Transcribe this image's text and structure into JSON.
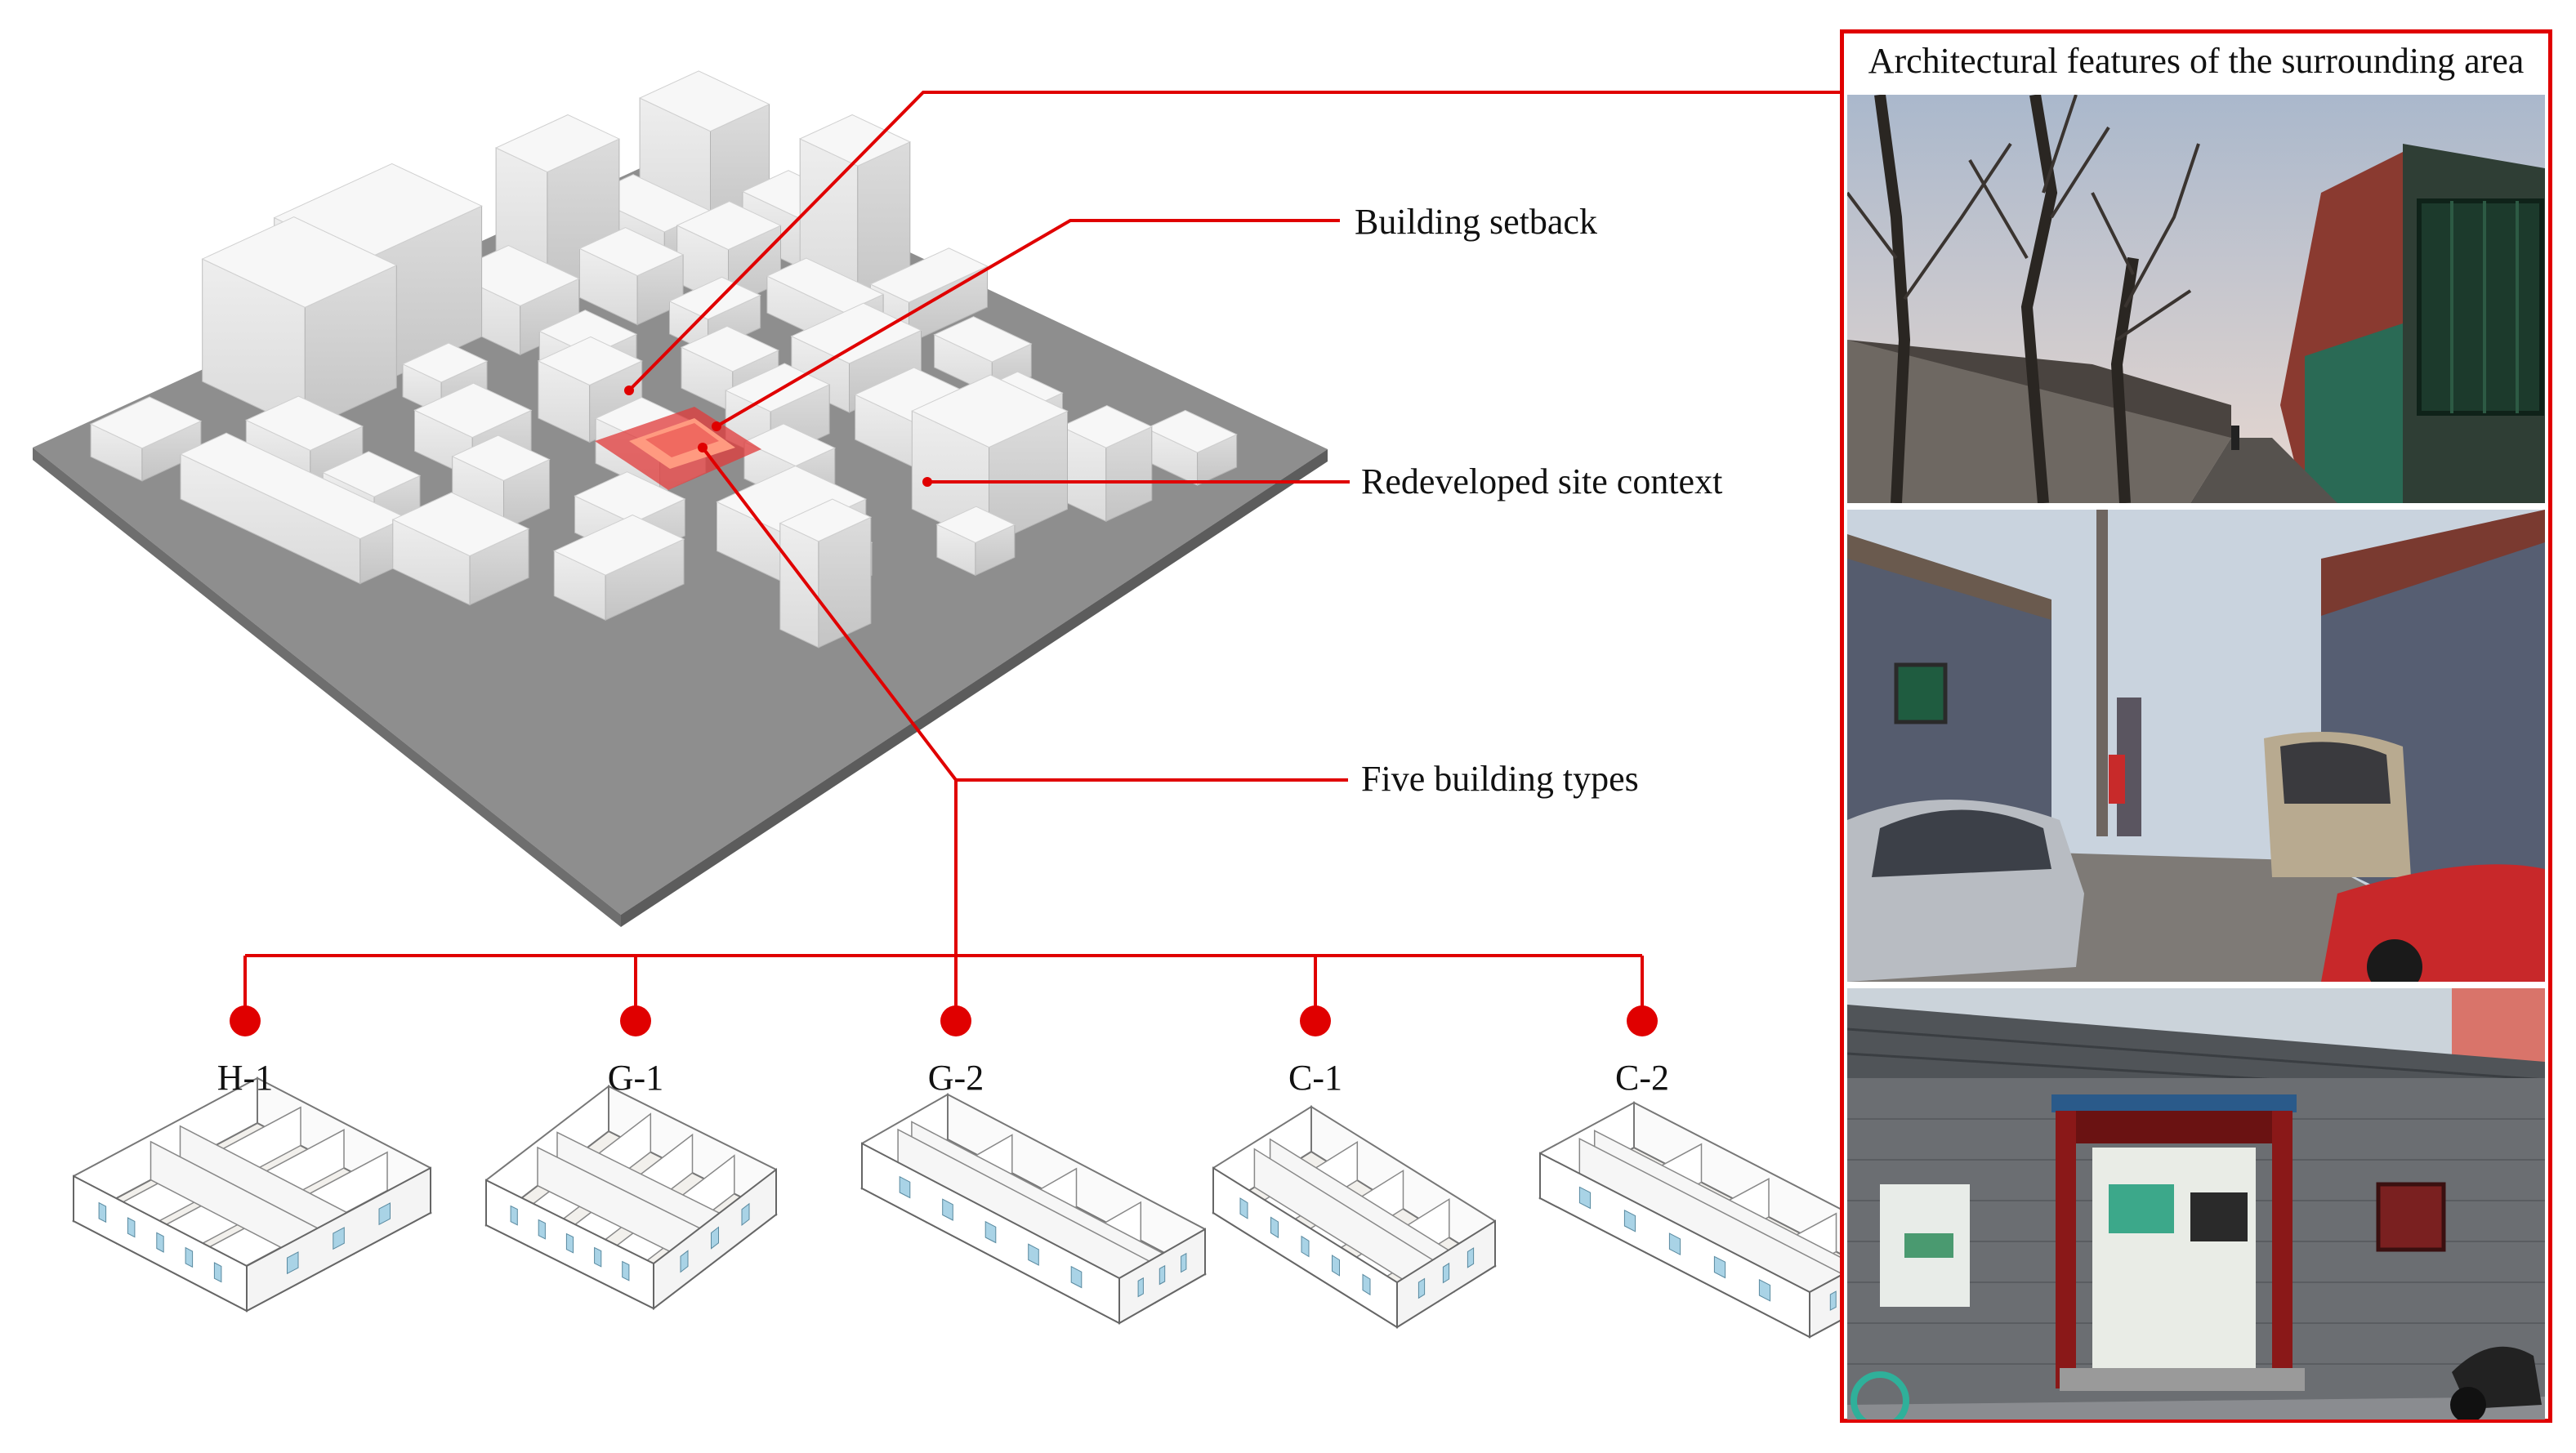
{
  "labels": {
    "building_setback": "Building setback",
    "redeveloped_site_context": "Redeveloped site context",
    "five_building_types": "Five building types"
  },
  "building_types": [
    "H-1",
    "G-1",
    "G-2",
    "C-1",
    "C-2"
  ],
  "photo_panel": {
    "title": "Architectural features of the surrounding area",
    "photos": [
      "alley-with-bare-trees-photo",
      "alley-with-parked-cars-photo",
      "courtyard-gate-photo"
    ]
  },
  "colors": {
    "accent": "#e00000",
    "site": "#f06a60",
    "building": "#f4f4f4",
    "ground": "#8a8a8a"
  }
}
